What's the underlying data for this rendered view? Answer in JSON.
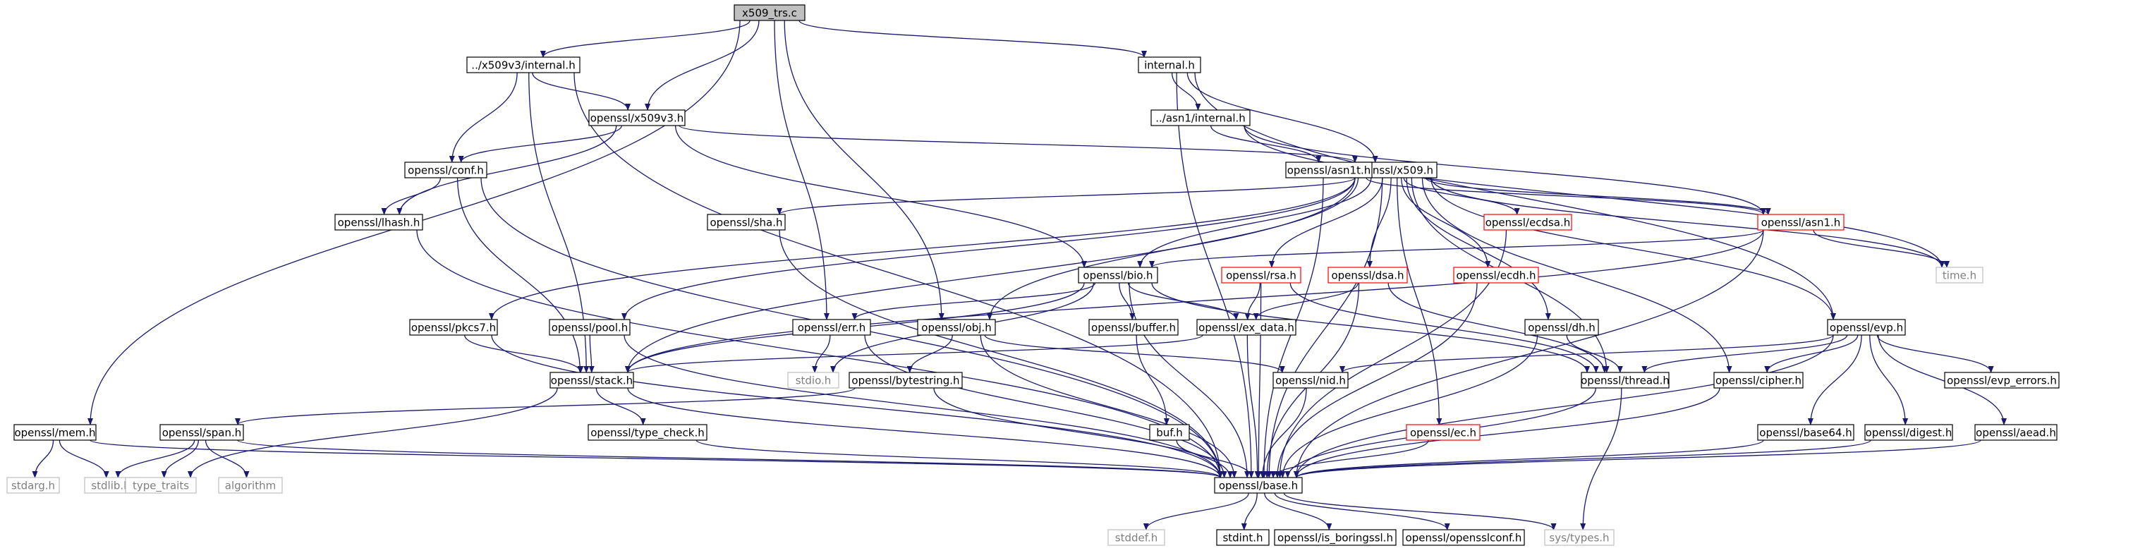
{
  "diagram": {
    "colors": {
      "edge": "#191970",
      "root_fill": "#bfbfbf",
      "node_border": "#000000",
      "truncated_border": "#ff0000",
      "external_border": "#bfbfbf",
      "external_text": "#7f7f7f",
      "node_text": "#000000"
    },
    "nodes": [
      {
        "id": "x509_trs_c",
        "label": "x509_trs.c",
        "kind": "root"
      },
      {
        "id": "x509v3_internal",
        "label": "../x509v3/internal.h",
        "kind": "normal"
      },
      {
        "id": "internal_h",
        "label": "internal.h",
        "kind": "normal"
      },
      {
        "id": "openssl_x509v3",
        "label": "openssl/x509v3.h",
        "kind": "normal"
      },
      {
        "id": "asn1_internal",
        "label": "../asn1/internal.h",
        "kind": "normal"
      },
      {
        "id": "openssl_conf",
        "label": "openssl/conf.h",
        "kind": "normal"
      },
      {
        "id": "openssl_x509",
        "label": "openssl/x509.h",
        "kind": "normal"
      },
      {
        "id": "openssl_asn1t",
        "label": "openssl/asn1t.h",
        "kind": "normal"
      },
      {
        "id": "openssl_lhash",
        "label": "openssl/lhash.h",
        "kind": "normal"
      },
      {
        "id": "openssl_sha",
        "label": "openssl/sha.h",
        "kind": "normal"
      },
      {
        "id": "openssl_ecdsa",
        "label": "openssl/ecdsa.h",
        "kind": "truncated"
      },
      {
        "id": "openssl_asn1",
        "label": "openssl/asn1.h",
        "kind": "truncated"
      },
      {
        "id": "openssl_bio",
        "label": "openssl/bio.h",
        "kind": "normal"
      },
      {
        "id": "openssl_rsa",
        "label": "openssl/rsa.h",
        "kind": "truncated"
      },
      {
        "id": "openssl_dsa",
        "label": "openssl/dsa.h",
        "kind": "truncated"
      },
      {
        "id": "openssl_ecdh",
        "label": "openssl/ecdh.h",
        "kind": "truncated"
      },
      {
        "id": "time_h",
        "label": "time.h",
        "kind": "external"
      },
      {
        "id": "openssl_pkcs7",
        "label": "openssl/pkcs7.h",
        "kind": "normal"
      },
      {
        "id": "openssl_pool",
        "label": "openssl/pool.h",
        "kind": "normal"
      },
      {
        "id": "openssl_err",
        "label": "openssl/err.h",
        "kind": "normal"
      },
      {
        "id": "openssl_obj",
        "label": "openssl/obj.h",
        "kind": "normal"
      },
      {
        "id": "openssl_buffer",
        "label": "openssl/buffer.h",
        "kind": "normal"
      },
      {
        "id": "openssl_ex_data",
        "label": "openssl/ex_data.h",
        "kind": "normal"
      },
      {
        "id": "openssl_dh",
        "label": "openssl/dh.h",
        "kind": "normal"
      },
      {
        "id": "openssl_evp",
        "label": "openssl/evp.h",
        "kind": "normal"
      },
      {
        "id": "openssl_stack",
        "label": "openssl/stack.h",
        "kind": "normal"
      },
      {
        "id": "stdio_h",
        "label": "stdio.h",
        "kind": "external"
      },
      {
        "id": "openssl_bytestring",
        "label": "openssl/bytestring.h",
        "kind": "normal"
      },
      {
        "id": "openssl_nid",
        "label": "openssl/nid.h",
        "kind": "normal"
      },
      {
        "id": "openssl_thread",
        "label": "openssl/thread.h",
        "kind": "normal"
      },
      {
        "id": "openssl_cipher",
        "label": "openssl/cipher.h",
        "kind": "normal"
      },
      {
        "id": "openssl_evp_errors",
        "label": "openssl/evp_errors.h",
        "kind": "normal"
      },
      {
        "id": "openssl_mem",
        "label": "openssl/mem.h",
        "kind": "normal"
      },
      {
        "id": "openssl_span",
        "label": "openssl/span.h",
        "kind": "normal"
      },
      {
        "id": "openssl_type_check",
        "label": "openssl/type_check.h",
        "kind": "normal"
      },
      {
        "id": "buf_h",
        "label": "buf.h",
        "kind": "normal"
      },
      {
        "id": "openssl_ec",
        "label": "openssl/ec.h",
        "kind": "truncated"
      },
      {
        "id": "openssl_base64",
        "label": "openssl/base64.h",
        "kind": "normal"
      },
      {
        "id": "openssl_digest",
        "label": "openssl/digest.h",
        "kind": "normal"
      },
      {
        "id": "openssl_aead",
        "label": "openssl/aead.h",
        "kind": "normal"
      },
      {
        "id": "stdarg_h",
        "label": "stdarg.h",
        "kind": "external"
      },
      {
        "id": "stdlib_h",
        "label": "stdlib.h",
        "kind": "external"
      },
      {
        "id": "type_traits",
        "label": "type_traits",
        "kind": "external"
      },
      {
        "id": "algorithm",
        "label": "algorithm",
        "kind": "external"
      },
      {
        "id": "openssl_base",
        "label": "openssl/base.h",
        "kind": "normal"
      },
      {
        "id": "stddef_h",
        "label": "stddef.h",
        "kind": "external"
      },
      {
        "id": "stdint_h",
        "label": "stdint.h",
        "kind": "normal"
      },
      {
        "id": "openssl_is_boringssl",
        "label": "openssl/is_boringssl.h",
        "kind": "normal"
      },
      {
        "id": "openssl_opensslconf",
        "label": "openssl/opensslconf.h",
        "kind": "normal"
      },
      {
        "id": "sys_types",
        "label": "sys/types.h",
        "kind": "external"
      }
    ],
    "edges": [
      [
        "x509_trs_c",
        "x509v3_internal"
      ],
      [
        "x509_trs_c",
        "openssl_x509v3"
      ],
      [
        "x509_trs_c",
        "internal_h"
      ],
      [
        "x509_trs_c",
        "openssl_mem"
      ],
      [
        "x509_trs_c",
        "openssl_err"
      ],
      [
        "x509_trs_c",
        "openssl_obj"
      ],
      [
        "x509v3_internal",
        "openssl_x509v3"
      ],
      [
        "x509v3_internal",
        "openssl_conf"
      ],
      [
        "x509v3_internal",
        "openssl_stack"
      ],
      [
        "x509v3_internal",
        "openssl_base"
      ],
      [
        "openssl_x509v3",
        "openssl_conf"
      ],
      [
        "openssl_x509v3",
        "openssl_lhash"
      ],
      [
        "openssl_x509v3",
        "openssl_x509"
      ],
      [
        "openssl_x509v3",
        "openssl_bio"
      ],
      [
        "internal_h",
        "asn1_internal"
      ],
      [
        "internal_h",
        "openssl_x509"
      ],
      [
        "internal_h",
        "openssl_evp"
      ],
      [
        "internal_h",
        "openssl_base"
      ],
      [
        "asn1_internal",
        "openssl_asn1t"
      ],
      [
        "asn1_internal",
        "openssl_asn1"
      ],
      [
        "asn1_internal",
        "time_h"
      ],
      [
        "openssl_asn1t",
        "openssl_asn1"
      ],
      [
        "openssl_asn1t",
        "openssl_base"
      ],
      [
        "openssl_conf",
        "openssl_lhash"
      ],
      [
        "openssl_conf",
        "openssl_stack"
      ],
      [
        "openssl_conf",
        "openssl_base"
      ],
      [
        "openssl_lhash",
        "openssl_base"
      ],
      [
        "openssl_x509",
        "openssl_sha"
      ],
      [
        "openssl_x509",
        "openssl_ecdsa"
      ],
      [
        "openssl_x509",
        "openssl_asn1"
      ],
      [
        "openssl_x509",
        "openssl_bio"
      ],
      [
        "openssl_x509",
        "openssl_rsa"
      ],
      [
        "openssl_x509",
        "openssl_dsa"
      ],
      [
        "openssl_x509",
        "openssl_ecdh"
      ],
      [
        "openssl_x509",
        "time_h"
      ],
      [
        "openssl_x509",
        "openssl_pkcs7"
      ],
      [
        "openssl_x509",
        "openssl_pool"
      ],
      [
        "openssl_x509",
        "openssl_obj"
      ],
      [
        "openssl_x509",
        "openssl_dh"
      ],
      [
        "openssl_x509",
        "openssl_evp"
      ],
      [
        "openssl_x509",
        "openssl_stack"
      ],
      [
        "openssl_x509",
        "openssl_thread"
      ],
      [
        "openssl_x509",
        "openssl_cipher"
      ],
      [
        "openssl_x509",
        "openssl_ec"
      ],
      [
        "openssl_x509",
        "openssl_base"
      ],
      [
        "openssl_sha",
        "openssl_base"
      ],
      [
        "openssl_ecdsa",
        "openssl_base"
      ],
      [
        "openssl_asn1",
        "openssl_bio"
      ],
      [
        "openssl_asn1",
        "time_h"
      ],
      [
        "openssl_asn1",
        "openssl_stack"
      ],
      [
        "openssl_asn1",
        "openssl_base"
      ],
      [
        "openssl_bio",
        "openssl_err"
      ],
      [
        "openssl_bio",
        "stdio_h"
      ],
      [
        "openssl_bio",
        "openssl_buffer"
      ],
      [
        "openssl_bio",
        "openssl_ex_data"
      ],
      [
        "openssl_bio",
        "openssl_stack"
      ],
      [
        "openssl_bio",
        "openssl_thread"
      ],
      [
        "openssl_bio",
        "openssl_base"
      ],
      [
        "openssl_rsa",
        "openssl_ex_data"
      ],
      [
        "openssl_rsa",
        "openssl_thread"
      ],
      [
        "openssl_rsa",
        "openssl_base"
      ],
      [
        "openssl_dsa",
        "openssl_ex_data"
      ],
      [
        "openssl_dsa",
        "openssl_thread"
      ],
      [
        "openssl_dsa",
        "openssl_base"
      ],
      [
        "openssl_ecdh",
        "openssl_base"
      ],
      [
        "openssl_pkcs7",
        "openssl_stack"
      ],
      [
        "openssl_pkcs7",
        "openssl_base"
      ],
      [
        "openssl_pool",
        "openssl_stack"
      ],
      [
        "openssl_pool",
        "openssl_base"
      ],
      [
        "openssl_err",
        "stdio_h"
      ],
      [
        "openssl_err",
        "openssl_base"
      ],
      [
        "openssl_obj",
        "openssl_bytestring"
      ],
      [
        "openssl_obj",
        "openssl_nid"
      ],
      [
        "openssl_obj",
        "openssl_base"
      ],
      [
        "openssl_buffer",
        "buf_h"
      ],
      [
        "openssl_ex_data",
        "openssl_stack"
      ],
      [
        "openssl_ex_data",
        "openssl_base"
      ],
      [
        "openssl_dh",
        "openssl_thread"
      ],
      [
        "openssl_dh",
        "openssl_base"
      ],
      [
        "openssl_evp",
        "openssl_nid"
      ],
      [
        "openssl_evp",
        "openssl_thread"
      ],
      [
        "openssl_evp",
        "openssl_cipher"
      ],
      [
        "openssl_evp",
        "openssl_evp_errors"
      ],
      [
        "openssl_evp",
        "openssl_base64"
      ],
      [
        "openssl_evp",
        "openssl_digest"
      ],
      [
        "openssl_evp",
        "openssl_aead"
      ],
      [
        "openssl_evp",
        "openssl_base"
      ],
      [
        "openssl_stack",
        "openssl_type_check"
      ],
      [
        "openssl_stack",
        "type_traits"
      ],
      [
        "openssl_stack",
        "openssl_base"
      ],
      [
        "openssl_bytestring",
        "openssl_span"
      ],
      [
        "openssl_bytestring",
        "openssl_base"
      ],
      [
        "openssl_nid",
        "openssl_base"
      ],
      [
        "openssl_thread",
        "sys_types"
      ],
      [
        "openssl_thread",
        "openssl_base"
      ],
      [
        "openssl_cipher",
        "openssl_base"
      ],
      [
        "openssl_mem",
        "stdarg_h"
      ],
      [
        "openssl_mem",
        "stdlib_h"
      ],
      [
        "openssl_mem",
        "openssl_base"
      ],
      [
        "openssl_span",
        "stdlib_h"
      ],
      [
        "openssl_span",
        "type_traits"
      ],
      [
        "openssl_span",
        "algorithm"
      ],
      [
        "openssl_span",
        "openssl_base"
      ],
      [
        "openssl_type_check",
        "openssl_base"
      ],
      [
        "buf_h",
        "openssl_base"
      ],
      [
        "openssl_ec",
        "openssl_base"
      ],
      [
        "openssl_base64",
        "openssl_base"
      ],
      [
        "openssl_digest",
        "openssl_base"
      ],
      [
        "openssl_aead",
        "openssl_base"
      ],
      [
        "openssl_base",
        "stddef_h"
      ],
      [
        "openssl_base",
        "stdint_h"
      ],
      [
        "openssl_base",
        "openssl_is_boringssl"
      ],
      [
        "openssl_base",
        "openssl_opensslconf"
      ],
      [
        "openssl_base",
        "sys_types"
      ]
    ]
  }
}
